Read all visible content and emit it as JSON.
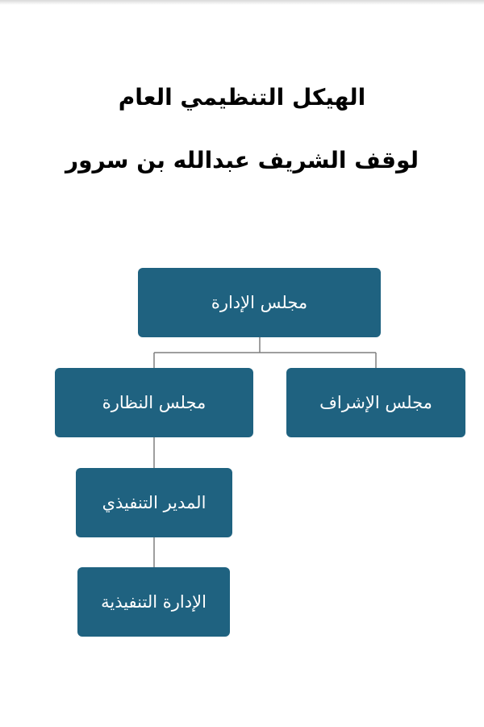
{
  "document": {
    "title_line_1": "الهيكل التنظيمي العام",
    "title_line_2": "لوقف الشريف عبدالله بن سرور"
  },
  "org_chart": {
    "box_color": "#1f6280",
    "connector_color": "#7f7f7f",
    "nodes": {
      "board": "مجلس الإدارة",
      "oversight": "مجلس الإشراف",
      "nazara": "مجلس النظارة",
      "ceo": "المدير التنفيذي",
      "executive_management": "الإدارة التنفيذية"
    }
  }
}
